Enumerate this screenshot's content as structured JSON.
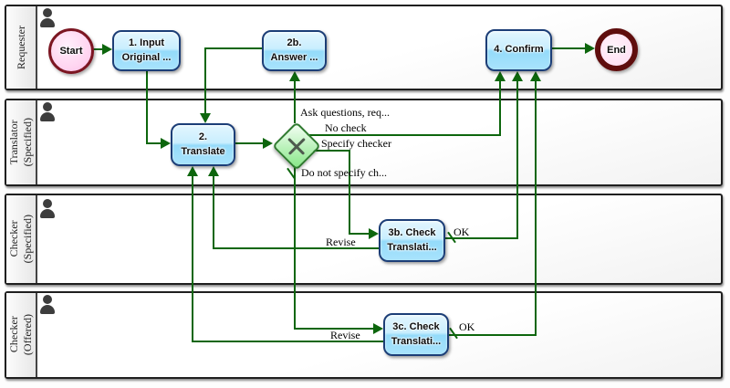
{
  "colors": {
    "flow_green": "#0d660d",
    "task_fill_top": "#e3f6fe",
    "task_fill_bottom": "#a8e3fc",
    "task_border": "#1c3e77",
    "gateway_fill": "#86e786",
    "gateway_border": "#2f7a2f",
    "start_event_border": "#7c1622",
    "start_event_fill": "#ffd4f0",
    "end_event_border": "#5f0d0d",
    "lane_strip_fill": "#e7e7e7"
  },
  "lanes": [
    {
      "label": "Requester"
    },
    {
      "label": "Translator\n(Specified)"
    },
    {
      "label": "Checker\n(Specified)"
    },
    {
      "label": "Checker\n(Offered)"
    }
  ],
  "nodes": {
    "start": {
      "label": "Start"
    },
    "task1": {
      "label": "1. Input\nOriginal ..."
    },
    "task2b": {
      "label": "2b.\nAnswer ..."
    },
    "confirm": {
      "label": "4. Confirm"
    },
    "end": {
      "label": "End"
    },
    "translate": {
      "label": "2.\nTranslate"
    },
    "task3b": {
      "label": "3b. Check\nTranslati..."
    },
    "task3c": {
      "label": "3c. Check\nTranslati..."
    }
  },
  "edge_labels": {
    "ask_questions": "Ask questions, req...",
    "no_check": "No check",
    "specify_checker": "Specify checker",
    "do_not_specify": "Do not specify ch...",
    "revise_3b": "Revise",
    "ok_3b": "OK",
    "revise_3c": "Revise",
    "ok_3c": "OK"
  }
}
